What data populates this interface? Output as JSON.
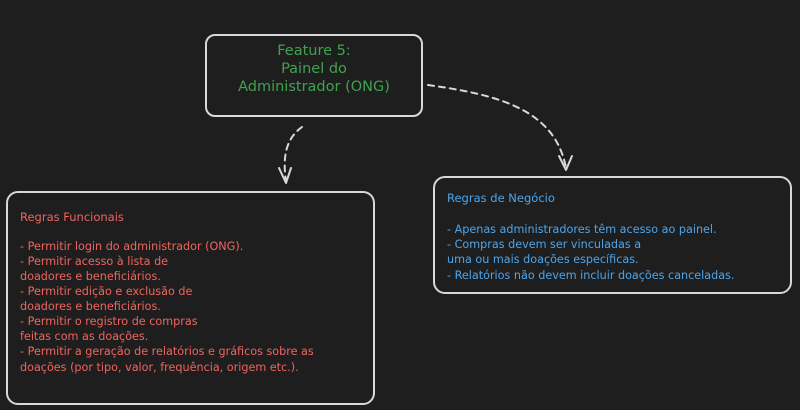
{
  "feature": {
    "lines": [
      "Feature 5:",
      "Painel do",
      "Administrador (ONG)"
    ]
  },
  "functional_rules": {
    "title": "Regras Funcionais",
    "lines": [
      "- Permitir login do administrador (ONG).",
      "- Permitir acesso à lista de",
      "doadores e beneficiários.",
      "- Permitir edição e exclusão de",
      "doadores e beneficiários.",
      "- Permitir o registro de compras",
      "feitas com as doações.",
      "- Permitir a geração de relatórios e gráficos sobre as",
      " doações (por tipo, valor, frequência, origem etc.)."
    ]
  },
  "business_rules": {
    "title": "Regras de Negócio",
    "lines": [
      "- Apenas administradores têm acesso ao painel.",
      "- Compras devem ser vinculadas a",
      " uma ou mais doações específicas.",
      "- Relatórios não devem incluir doações canceladas."
    ]
  },
  "colors": {
    "background": "#1e1e1f",
    "stroke": "#d8d8d8",
    "feature_text": "#3fa34d",
    "functional_text": "#f0645e",
    "business_text": "#4ca5ec"
  }
}
